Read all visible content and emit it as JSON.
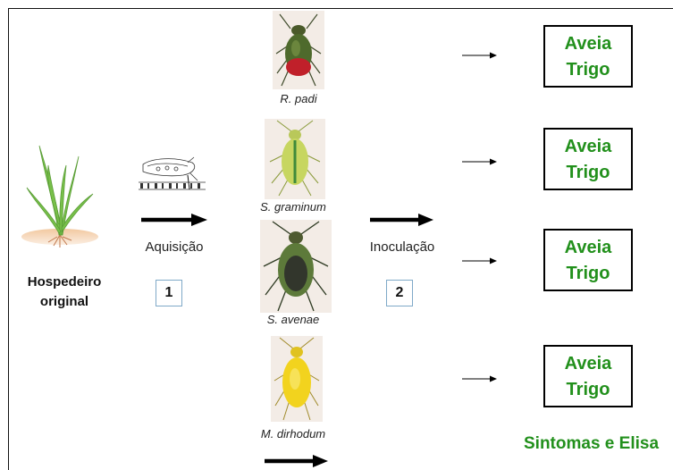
{
  "host": {
    "line1": "Hospedeiro",
    "line2": "original"
  },
  "step1": {
    "label": "Aquisição",
    "number": "1"
  },
  "step2": {
    "label": "Inoculação",
    "number": "2"
  },
  "aphids": [
    {
      "name": "R. padi"
    },
    {
      "name": "S. graminum"
    },
    {
      "name": "S. avenae"
    },
    {
      "name": "M. dirhodum"
    }
  ],
  "results": [
    {
      "line1": "Aveia",
      "line2": "Trigo"
    },
    {
      "line1": "Aveia",
      "line2": "Trigo"
    },
    {
      "line1": "Aveia",
      "line2": "Trigo"
    },
    {
      "line1": "Aveia",
      "line2": "Trigo"
    }
  ],
  "footer": "Sintomas e Elisa",
  "colors": {
    "result_text": "#22901c",
    "step_box_border": "#7fa9c8"
  }
}
